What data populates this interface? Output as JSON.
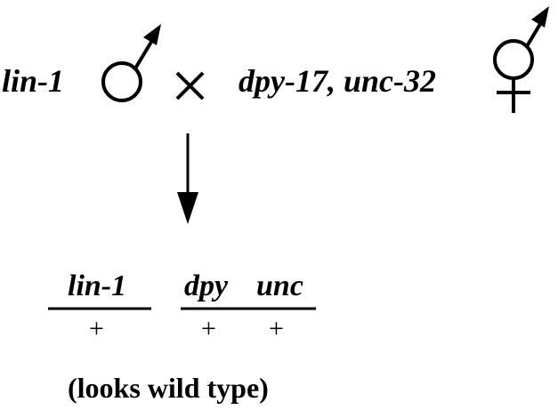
{
  "parent_male": {
    "genotype": "lin-1",
    "symbol": "male-symbol-icon"
  },
  "cross_symbol": "×",
  "parent_hermaphrodite": {
    "genotype": "dpy-17, unc-32",
    "symbol": "hermaphrodite-symbol-icon"
  },
  "arrow": "down-arrow-icon",
  "progeny": {
    "chromosome_1": {
      "top": "lin-1",
      "bottom": "+"
    },
    "chromosome_2": {
      "top": [
        "dpy",
        "unc"
      ],
      "bottom": [
        "+",
        "+"
      ]
    },
    "phenotype": "(looks wild type)"
  }
}
